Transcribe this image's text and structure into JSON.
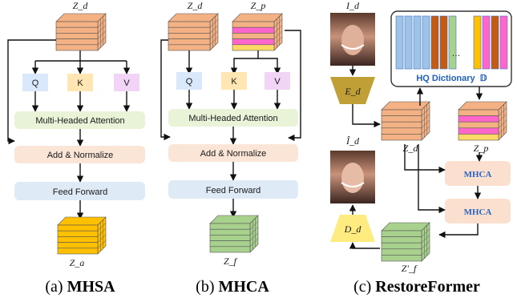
{
  "panels": {
    "a": {
      "top_tensor": "Z_d",
      "qkv": [
        "Q",
        "K",
        "V"
      ],
      "attention": "Multi-Headed Attention",
      "add_norm": "Add &  Normalize",
      "ffn": "Feed Forward",
      "bottom_tensor": "Z_a",
      "caption_prefix": "(a) ",
      "caption_bold": "MHSA"
    },
    "b": {
      "top_tensor_left": "Z_d",
      "top_tensor_right": "Z_p",
      "qkv": [
        "Q",
        "K",
        "V"
      ],
      "attention": "Multi-Headed Attention",
      "add_norm": "Add &  Normalize",
      "ffn": "Feed Forward",
      "bottom_tensor": "Z_f",
      "caption_prefix": "(b) ",
      "caption_bold": "MHCA"
    },
    "c": {
      "input_image": "I_d",
      "encoder": "E_d",
      "dictionary_label": "HQ Dictionary",
      "dictionary_symbol": "𝔻",
      "dictionary_ellipsis": "…",
      "degraded_tensor": "Z_d",
      "prior_tensor": "Z_p",
      "mhca_blocks": [
        "MHCA",
        "MHCA"
      ],
      "fused_tensor": "Z'_f",
      "decoder": "D_d",
      "output_image": "Î_d",
      "caption_prefix": "(c) ",
      "caption_bold": "RestoreFormer"
    }
  },
  "colors": {
    "orange_tensor": "#f4b183",
    "yellow_tensor": "#ffc000",
    "green_tensor": "#a9d18e",
    "pink_band": "#ff66cc",
    "yellow_band": "#ffd966",
    "q_box": "#dae8fc",
    "k_box": "#ffe6b3",
    "v_box": "#f2d4f7",
    "attention_box": "#e8f3d8",
    "add_norm_box": "#fbe5d6",
    "ffn_box": "#dfeaf7",
    "mhca_box": "#fbe0d0",
    "encoder": "#bf9f36",
    "decoder": "#ffec80",
    "dictionary_border": "#333333"
  }
}
